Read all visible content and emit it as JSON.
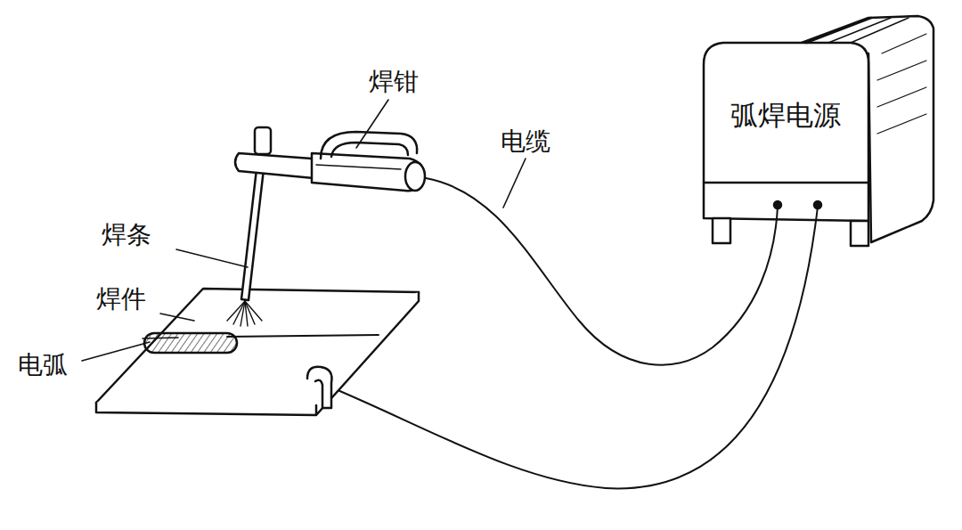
{
  "diagram": {
    "nodes": [
      {
        "text": [
          "弧焊电源"
        ]
      }
    ],
    "labels": [
      "焊钳",
      "电缆",
      "焊条",
      "焊件",
      "电弧"
    ]
  }
}
